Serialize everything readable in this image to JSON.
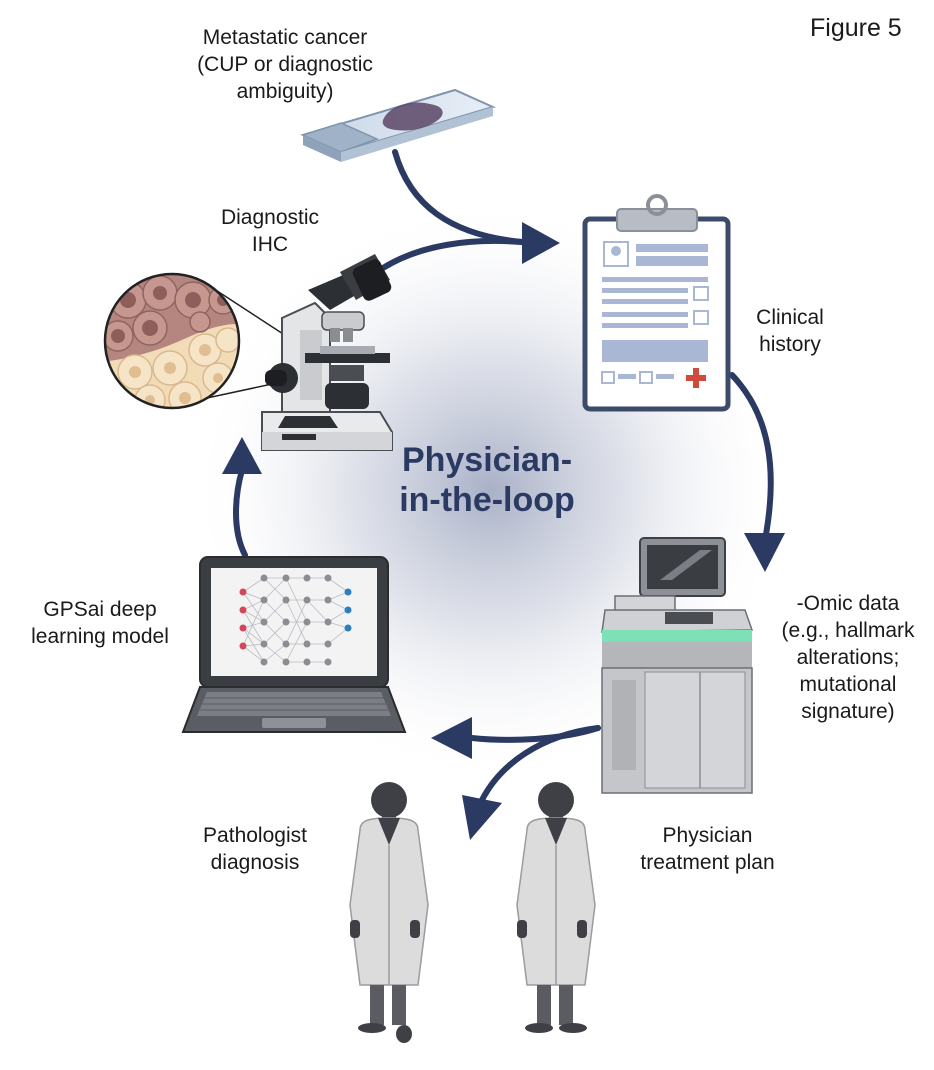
{
  "figure_label": "Figure 5",
  "center_title": [
    "Physician-",
    "in-the-loop"
  ],
  "nodes": {
    "metastatic": [
      "Metastatic cancer",
      "(CUP or diagnostic",
      "ambiguity)"
    ],
    "ihc": [
      "Diagnostic",
      "IHC"
    ],
    "clinical": [
      "Clinical",
      "history"
    ],
    "omic": [
      "-Omic data",
      "(e.g., hallmark",
      "alterations;",
      "mutational",
      "signature)"
    ],
    "gpsai": [
      "GPSai deep",
      "learning model"
    ],
    "pathologist": [
      "Pathologist",
      "diagnosis"
    ],
    "physician": [
      "Physician",
      "treatment plan"
    ]
  },
  "colors": {
    "arrow": "#2b3a63",
    "title": "#2b3a63",
    "glow": "#9aa3bd",
    "cell_dark": "#a87a7a",
    "cell_light": "#f2dcb8",
    "monitor_accent": "#7de0b6"
  }
}
